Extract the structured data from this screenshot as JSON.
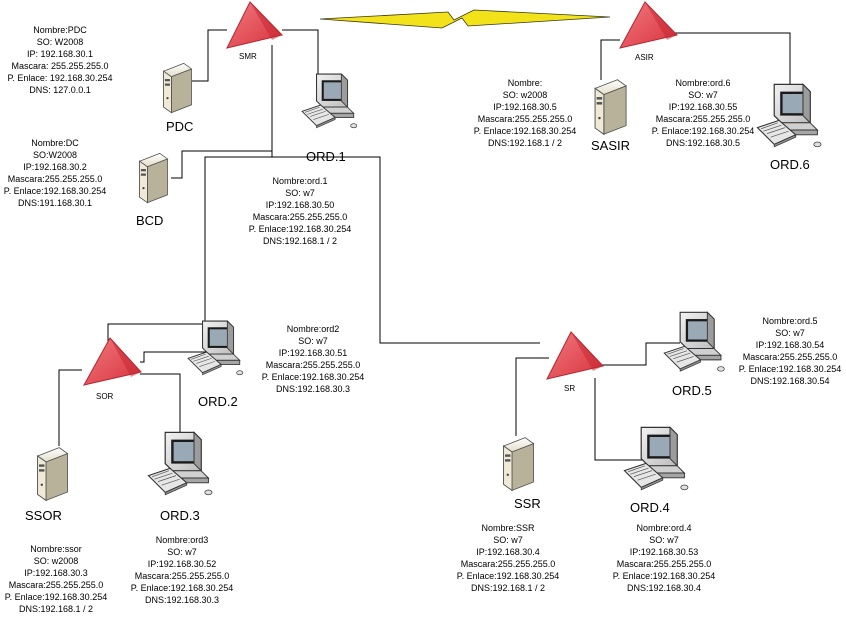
{
  "routers": [
    {
      "id": "smr",
      "label": "SMR"
    },
    {
      "id": "asir",
      "label": "ASIR"
    },
    {
      "id": "sor",
      "label": "SOR"
    },
    {
      "id": "sr",
      "label": "SR"
    }
  ],
  "devices": [
    {
      "id": "pdc",
      "label": "PDC",
      "kind": "server"
    },
    {
      "id": "bcd",
      "label": "BCD",
      "kind": "server"
    },
    {
      "id": "ord1",
      "label": "ORD.1",
      "kind": "pc"
    },
    {
      "id": "sasir",
      "label": "SASIR",
      "kind": "server"
    },
    {
      "id": "ord6",
      "label": "ORD.6",
      "kind": "pc"
    },
    {
      "id": "ord2",
      "label": "ORD.2",
      "kind": "pc"
    },
    {
      "id": "ssor",
      "label": "SSOR",
      "kind": "server"
    },
    {
      "id": "ord3",
      "label": "ORD.3",
      "kind": "pc"
    },
    {
      "id": "ord5",
      "label": "ORD.5",
      "kind": "pc"
    },
    {
      "id": "ssr",
      "label": "SSR",
      "kind": "server"
    },
    {
      "id": "ord4",
      "label": "ORD.4",
      "kind": "pc"
    }
  ],
  "info": {
    "pdc": [
      "Nombre:PDC",
      "SO: W2008",
      "IP: 192.168.30.1",
      "Mascara: 255.255.255.0",
      "P. Enlace: 192.168.30.254",
      "DNS: 127.0.0.1"
    ],
    "dc": [
      "Nombre:DC",
      "SO:W2008",
      "IP:192.168.30.2",
      "Mascara:255.255.255.0",
      "P. Enlace:192.168.30.254",
      "DNS:191.168.30.1"
    ],
    "ord1": [
      "Nombre:ord.1",
      "SO: w7",
      "IP:192.168.30.50",
      "Mascara:255.255.255.0",
      "P. Enlace:192.168.30.254",
      "DNS:192.168.1 / 2"
    ],
    "sasir": [
      "Nombre:",
      "SO: w2008",
      "IP:192.168.30.5",
      "Mascara:255.255.255.0",
      "P. Enlace:192.168.30.254",
      "DNS:192.168.1 / 2"
    ],
    "ord6": [
      "Nombre:ord.6",
      "SO: w7",
      "IP:192.168.30.55",
      "Mascara:255.255.255.0",
      "P. Enlace:192.168.30.254",
      "DNS:192.168.30.5"
    ],
    "ord2": [
      "Nombre:ord2",
      "SO: w7",
      "IP:192.168.30.51",
      "Mascara:255.255.255.0",
      "P. Enlace:192.168.30.254",
      "DNS:192.168.30.3"
    ],
    "ord5": [
      "Nombre:ord.5",
      "SO: w7",
      "IP:192.168.30.54",
      "Mascara:255.255.255.0",
      "P. Enlace:192.168.30.254",
      "DNS:192.168.30.54"
    ],
    "ssor": [
      "Nombre:ssor",
      "SO: w2008",
      "IP:192.168.30.3",
      "Mascara:255.255.255.0",
      "P. Enlace:192.168.30.254",
      "DNS:192.168.1 / 2"
    ],
    "ord3": [
      "Nombre:ord3",
      "SO: w7",
      "IP:192.168.30.52",
      "Mascara:255.255.255.0",
      "P. Enlace:192.168.30.254",
      "DNS:192.168.30.3"
    ],
    "ssr": [
      "Nombre:SSR",
      "SO: w7",
      "IP:192.168.30.4",
      "Mascara:255.255.255.0",
      "P. Enlace:192.168.30.254",
      "DNS:192.168.1 / 2"
    ],
    "ord4": [
      "Nombre:ord.4",
      "SO: w7",
      "IP:192.168.30.53",
      "Mascara:255.255.255.0",
      "P. Enlace:192.168.30.254",
      "DNS:192.168.30.4"
    ]
  },
  "colors": {
    "router_fill": "#e8454f",
    "router_stroke": "#b02830",
    "wan_link": "#f2e21a",
    "link": "#000000"
  }
}
